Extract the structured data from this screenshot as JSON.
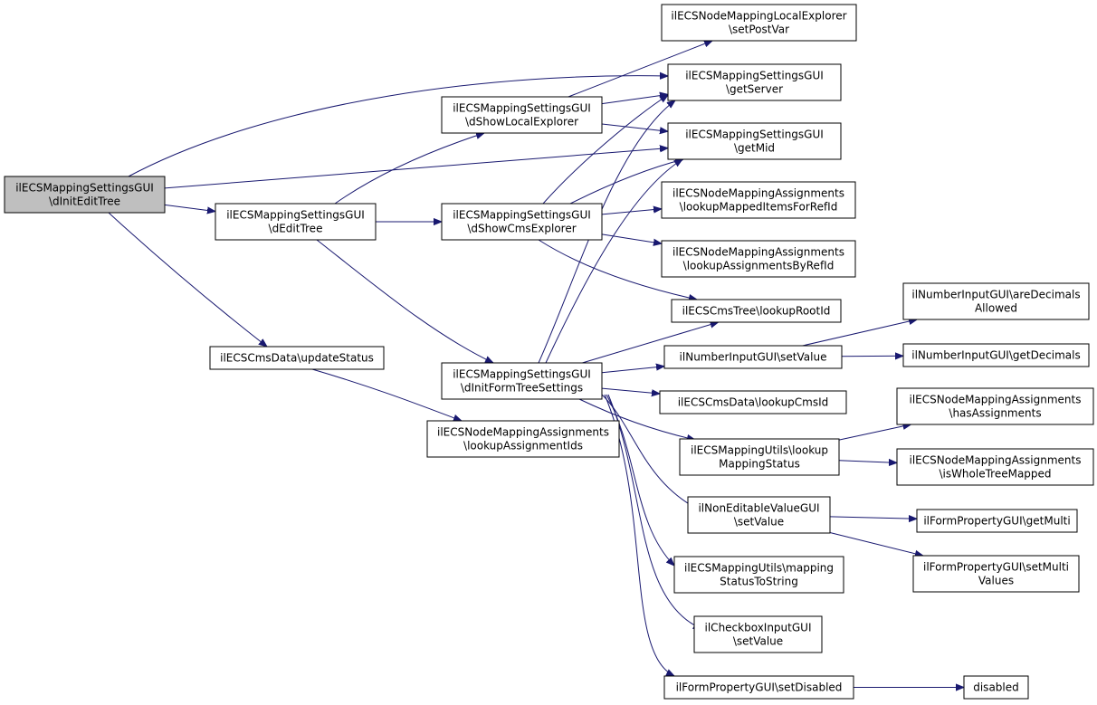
{
  "nodes": [
    {
      "id": "root",
      "lines": [
        "ilECSMappingSettingsGUI",
        "\\dInitEditTree"
      ],
      "root": true
    },
    {
      "id": "editTree",
      "lines": [
        "ilECSMappingSettingsGUI",
        "\\dEditTree"
      ]
    },
    {
      "id": "showLocal",
      "lines": [
        "ilECSMappingSettingsGUI",
        "\\dShowLocalExplorer"
      ]
    },
    {
      "id": "showCms",
      "lines": [
        "ilECSMappingSettingsGUI",
        "\\dShowCmsExplorer"
      ]
    },
    {
      "id": "initForm",
      "lines": [
        "ilECSMappingSettingsGUI",
        "\\dInitFormTreeSettings"
      ]
    },
    {
      "id": "updateStatus",
      "lines": [
        "ilECSCmsData\\updateStatus"
      ]
    },
    {
      "id": "lookupAssignIds",
      "lines": [
        "ilECSNodeMappingAssignments",
        "\\lookupAssignmentIds"
      ]
    },
    {
      "id": "setPostVar",
      "lines": [
        "ilECSNodeMappingLocalExplorer",
        "\\setPostVar"
      ]
    },
    {
      "id": "getServer",
      "lines": [
        "ilECSMappingSettingsGUI",
        "\\getServer"
      ]
    },
    {
      "id": "getMid",
      "lines": [
        "ilECSMappingSettingsGUI",
        "\\getMid"
      ]
    },
    {
      "id": "lookupMapped",
      "lines": [
        "ilECSNodeMappingAssignments",
        "\\lookupMappedItemsForRefId"
      ]
    },
    {
      "id": "lookupAssignByRef",
      "lines": [
        "ilECSNodeMappingAssignments",
        "\\lookupAssignmentsByRefId"
      ]
    },
    {
      "id": "lookupRootId",
      "lines": [
        "ilECSCmsTree\\lookupRootId"
      ]
    },
    {
      "id": "numSetValue",
      "lines": [
        "ilNumberInputGUI\\setValue"
      ]
    },
    {
      "id": "lookupCmsId",
      "lines": [
        "ilECSCmsData\\lookupCmsId"
      ]
    },
    {
      "id": "lookupMappingStatus",
      "lines": [
        "ilECSMappingUtils\\lookup",
        "MappingStatus"
      ]
    },
    {
      "id": "nonEditSetValue",
      "lines": [
        "ilNonEditableValueGUI",
        "\\setValue"
      ]
    },
    {
      "id": "statusToString",
      "lines": [
        "ilECSMappingUtils\\mapping",
        "StatusToString"
      ]
    },
    {
      "id": "checkboxSetValue",
      "lines": [
        "ilCheckboxInputGUI",
        "\\setValue"
      ]
    },
    {
      "id": "setDisabled",
      "lines": [
        "ilFormPropertyGUI\\setDisabled"
      ]
    },
    {
      "id": "areDecimals",
      "lines": [
        "ilNumberInputGUI\\areDecimals",
        "Allowed"
      ]
    },
    {
      "id": "getDecimals",
      "lines": [
        "ilNumberInputGUI\\getDecimals"
      ]
    },
    {
      "id": "hasAssignments",
      "lines": [
        "ilECSNodeMappingAssignments",
        "\\hasAssignments"
      ]
    },
    {
      "id": "isWholeTree",
      "lines": [
        "ilECSNodeMappingAssignments",
        "\\isWholeTreeMapped"
      ]
    },
    {
      "id": "getMulti",
      "lines": [
        "ilFormPropertyGUI\\getMulti"
      ]
    },
    {
      "id": "setMultiValues",
      "lines": [
        "ilFormPropertyGUI\\setMulti",
        "Values"
      ]
    },
    {
      "id": "disabled",
      "lines": [
        "disabled"
      ]
    }
  ],
  "edges": [
    [
      "root",
      "editTree"
    ],
    [
      "root",
      "updateStatus"
    ],
    [
      "root",
      "getServer"
    ],
    [
      "root",
      "getMid"
    ],
    [
      "editTree",
      "showLocal"
    ],
    [
      "editTree",
      "showCms"
    ],
    [
      "editTree",
      "initForm"
    ],
    [
      "showLocal",
      "setPostVar"
    ],
    [
      "showLocal",
      "getServer"
    ],
    [
      "showLocal",
      "getMid"
    ],
    [
      "showCms",
      "getServer"
    ],
    [
      "showCms",
      "getMid"
    ],
    [
      "showCms",
      "lookupMapped"
    ],
    [
      "showCms",
      "lookupAssignByRef"
    ],
    [
      "showCms",
      "lookupRootId"
    ],
    [
      "initForm",
      "getServer"
    ],
    [
      "initForm",
      "getMid"
    ],
    [
      "initForm",
      "lookupRootId"
    ],
    [
      "initForm",
      "numSetValue"
    ],
    [
      "initForm",
      "lookupCmsId"
    ],
    [
      "initForm",
      "lookupMappingStatus"
    ],
    [
      "initForm",
      "nonEditSetValue"
    ],
    [
      "initForm",
      "statusToString"
    ],
    [
      "initForm",
      "checkboxSetValue"
    ],
    [
      "initForm",
      "setDisabled"
    ],
    [
      "updateStatus",
      "lookupAssignIds"
    ],
    [
      "numSetValue",
      "areDecimals"
    ],
    [
      "numSetValue",
      "getDecimals"
    ],
    [
      "lookupMappingStatus",
      "hasAssignments"
    ],
    [
      "lookupMappingStatus",
      "isWholeTree"
    ],
    [
      "nonEditSetValue",
      "getMulti"
    ],
    [
      "nonEditSetValue",
      "setMultiValues"
    ],
    [
      "setDisabled",
      "disabled"
    ]
  ]
}
